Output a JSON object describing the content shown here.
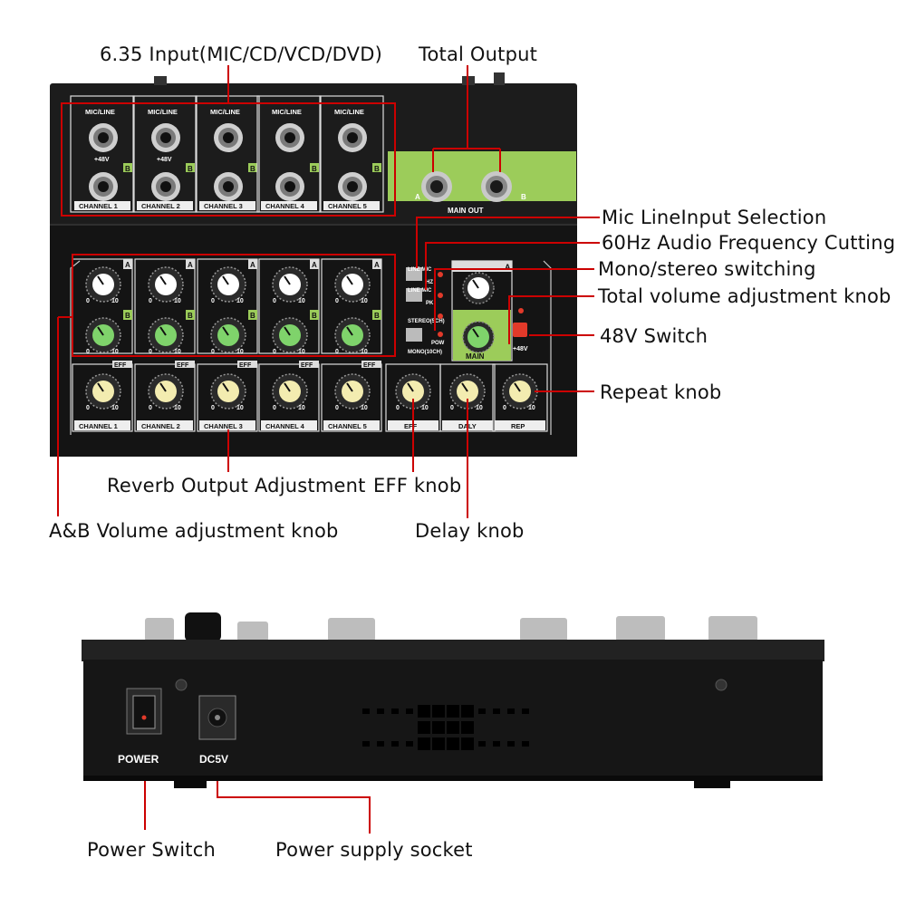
{
  "colors": {
    "panel": "#1a1a1a",
    "annotation_line": "#cc0000",
    "knob_green": "#7fd36b",
    "knob_white": "#ffffff",
    "knob_yellow": "#f3ecb0",
    "main_out_bg": "#9ccc5a",
    "switch_red": "#e23a2a"
  },
  "annotations": {
    "input": "6.35 Input(MIC/CD/VCD/DVD)",
    "total_output": "Total Output",
    "mic_line": "Mic LineInput Selection",
    "hz_cut": "60Hz Audio Frequency Cutting",
    "mono_stereo": "Mono/stereo switching",
    "total_volume": "Total volume adjustment knob",
    "v48": "48V Switch",
    "repeat": "Repeat knob",
    "reverb": "Reverb Output Adjustment",
    "eff": "EFF knob",
    "ab_volume": "A&B Volume adjustment knob",
    "delay": "Delay knob",
    "power_switch": "Power Switch",
    "power_socket": "Power supply socket"
  },
  "panel": {
    "channels": [
      "CHANNEL 1",
      "CHANNEL 2",
      "CHANNEL 3",
      "CHANNEL 4",
      "CHANNEL 5"
    ],
    "mic_line": "MIC/LINE",
    "plus48": "+48V",
    "letter_a": "A",
    "letter_b": "B",
    "main_out": "MAIN OUT",
    "eff_tab": "EFF",
    "knob_min": "0",
    "knob_max": "10",
    "bottom_eff": "EFF",
    "bottom_daly": "DALY",
    "bottom_rep": "REP",
    "main": "MAIN",
    "sw_line_mic": "LINE MIC",
    "sw_line_mic2": "LINE MIC",
    "sw_hz": "HZ",
    "sw_pk": "PK",
    "sw_stereo": "STEREO(5CH)",
    "sw_pow": "POW",
    "sw_mono": "MONO(10CH)",
    "btn_48v": "+48V"
  },
  "rear": {
    "power": "POWER",
    "dc": "DC5V"
  }
}
